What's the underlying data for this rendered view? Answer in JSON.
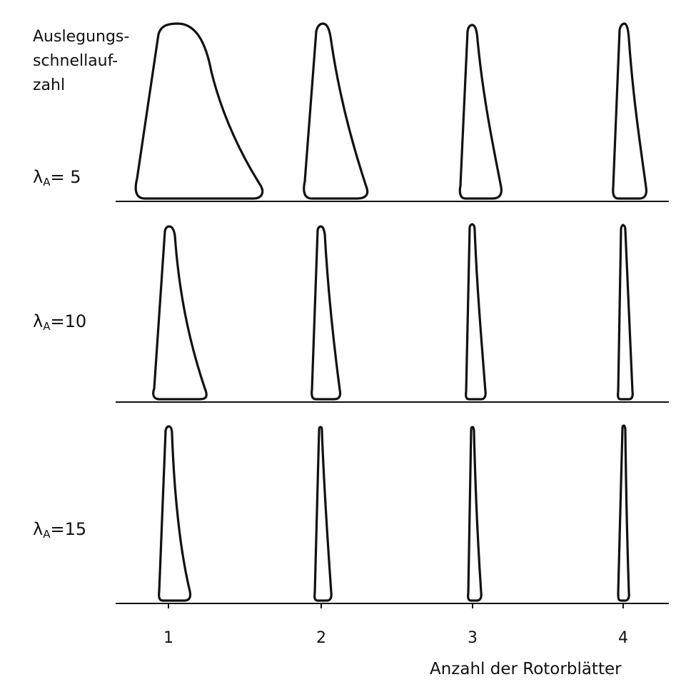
{
  "design_param_label": [
    "Auslegungs-",
    "schnellauf-",
    "zahl"
  ],
  "rows": [
    {
      "symbol": "λ",
      "subscript": "A",
      "value": "= 5"
    },
    {
      "symbol": "λ",
      "subscript": "A",
      "value": "=10"
    },
    {
      "symbol": "λ",
      "subscript": "A",
      "value": "=15"
    }
  ],
  "columns": [
    "1",
    "2",
    "3",
    "4"
  ],
  "x_axis_label": "Anzahl der Rotorblätter",
  "colors": {
    "stroke": "#111111",
    "background": "#ffffff"
  }
}
